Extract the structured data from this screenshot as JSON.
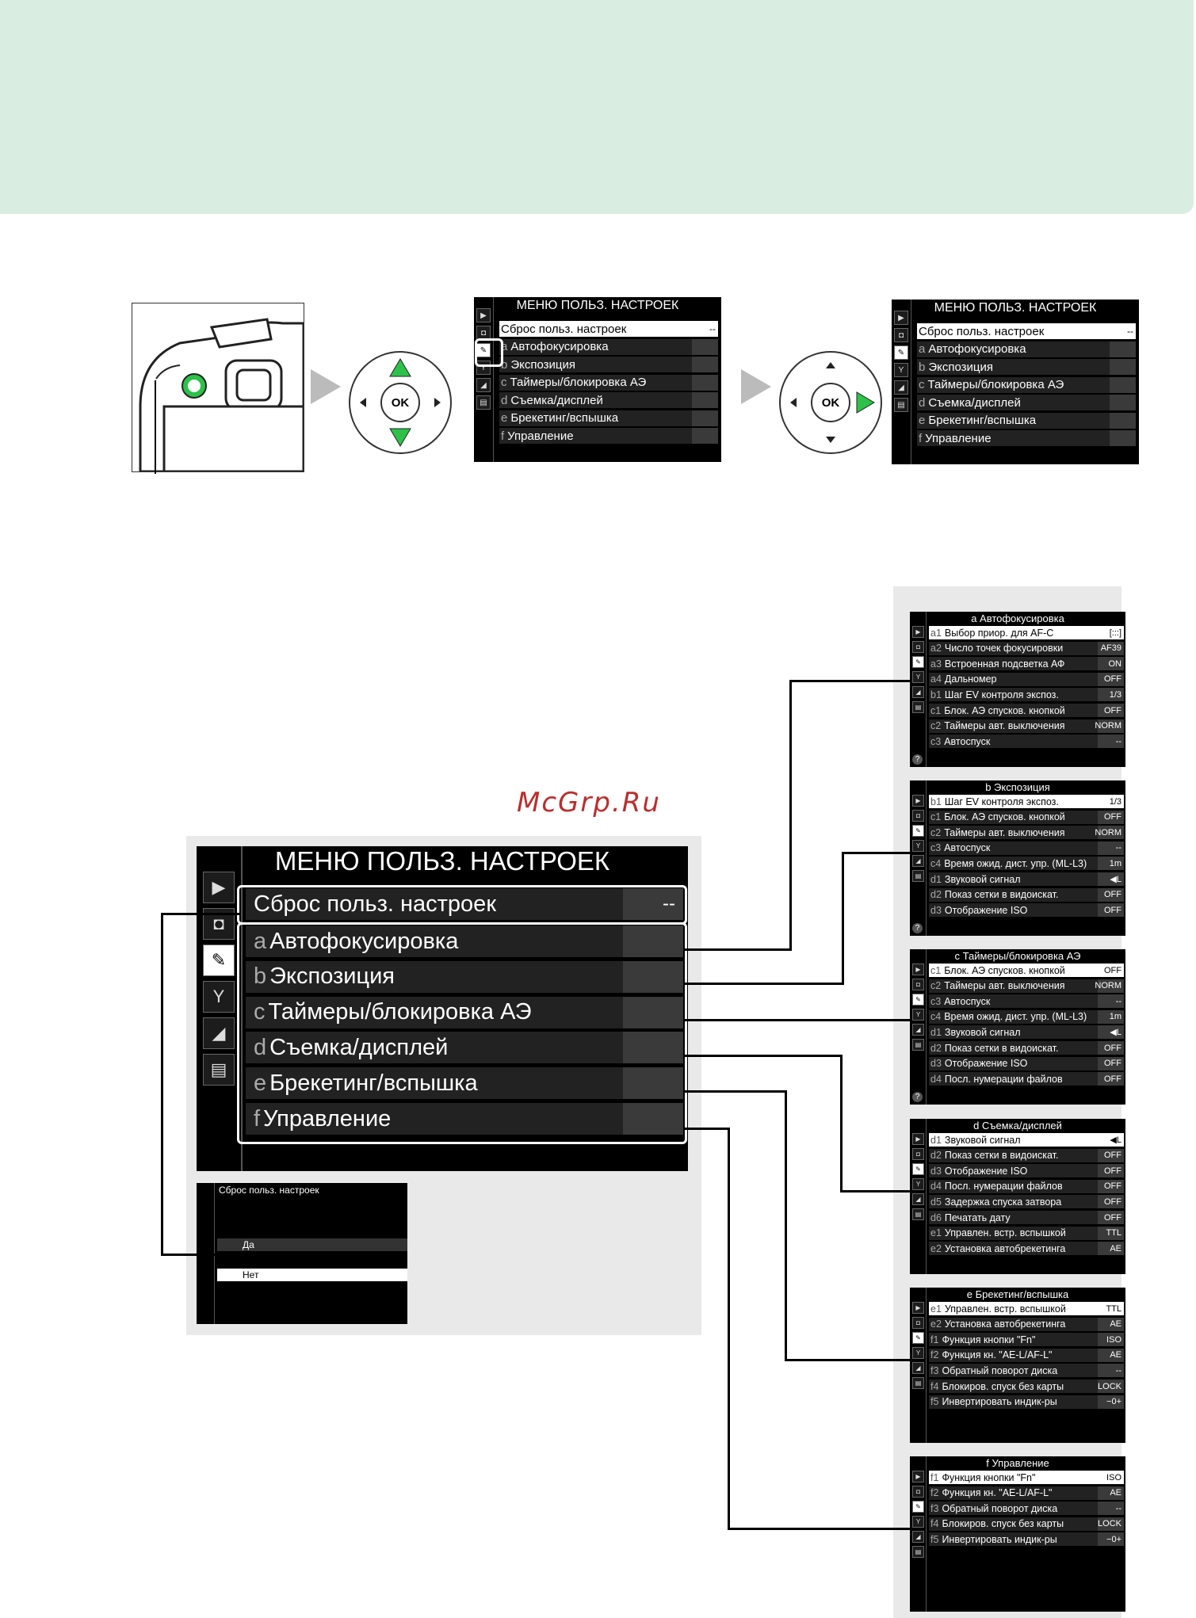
{
  "colors": {
    "banner": "#d9ede1",
    "green": "#2ec14a",
    "panel_gray": "#e9e9e9",
    "watermark": "#b92f2f"
  },
  "watermark": "McGrp.Ru",
  "dpad": {
    "ok": "OK"
  },
  "menu": {
    "title": "МЕНЮ ПОЛЬЗ. НАСТРОЕК",
    "reset": {
      "label": "Сброс польз. настроек",
      "value": "--"
    },
    "items": [
      {
        "letter": "a",
        "label": "Автофокусировка"
      },
      {
        "letter": "b",
        "label": "Экспозиция"
      },
      {
        "letter": "c",
        "label": "Таймеры/блокировка АЭ"
      },
      {
        "letter": "d",
        "label": "Съемка/дисплей"
      },
      {
        "letter": "e",
        "label": "Брекетинг/вспышка"
      },
      {
        "letter": "f",
        "label": "Управление"
      }
    ]
  },
  "reset_screen": {
    "title": "Сброс польз. настроек",
    "options": [
      "Да",
      "Нет"
    ]
  },
  "help_icon": "?",
  "sub": [
    {
      "letter": "a",
      "title": "Автофокусировка",
      "rows": [
        {
          "c": "a1",
          "t": "Выбор приор. для AF-C",
          "v": "[:::]"
        },
        {
          "c": "a2",
          "t": "Число точек фокусировки",
          "v": "AF39"
        },
        {
          "c": "a3",
          "t": "Встроенная подсветка АФ",
          "v": "ON"
        },
        {
          "c": "a4",
          "t": "Дальномер",
          "v": "OFF"
        },
        {
          "c": "b1",
          "t": "Шаг EV контроля экспоз.",
          "v": "1/3"
        },
        {
          "c": "c1",
          "t": "Блок. АЭ спусков. кнопкой",
          "v": "OFF"
        },
        {
          "c": "c2",
          "t": "Таймеры авт. выключения",
          "v": "NORM"
        },
        {
          "c": "c3",
          "t": "Автоспуск",
          "v": "--"
        }
      ]
    },
    {
      "letter": "b",
      "title": "Экспозиция",
      "rows": [
        {
          "c": "b1",
          "t": "Шаг EV контроля экспоз.",
          "v": "1/3"
        },
        {
          "c": "c1",
          "t": "Блок. АЭ спусков. кнопкой",
          "v": "OFF"
        },
        {
          "c": "c2",
          "t": "Таймеры авт. выключения",
          "v": "NORM"
        },
        {
          "c": "c3",
          "t": "Автоспуск",
          "v": "--"
        },
        {
          "c": "c4",
          "t": "Время ожид. дист. упр. (ML-L3)",
          "v": "1m"
        },
        {
          "c": "d1",
          "t": "Звуковой сигнал",
          "v": "◀L"
        },
        {
          "c": "d2",
          "t": "Показ сетки в видоискат.",
          "v": "OFF"
        },
        {
          "c": "d3",
          "t": "Отображение ISO",
          "v": "OFF"
        }
      ]
    },
    {
      "letter": "c",
      "title": "Таймеры/блокировка АЭ",
      "rows": [
        {
          "c": "c1",
          "t": "Блок. АЭ спусков. кнопкой",
          "v": "OFF"
        },
        {
          "c": "c2",
          "t": "Таймеры авт. выключения",
          "v": "NORM"
        },
        {
          "c": "c3",
          "t": "Автоспуск",
          "v": "--"
        },
        {
          "c": "c4",
          "t": "Время ожид. дист. упр. (ML-L3)",
          "v": "1m"
        },
        {
          "c": "d1",
          "t": "Звуковой сигнал",
          "v": "◀L"
        },
        {
          "c": "d2",
          "t": "Показ сетки в видоискат.",
          "v": "OFF"
        },
        {
          "c": "d3",
          "t": "Отображение ISO",
          "v": "OFF"
        },
        {
          "c": "d4",
          "t": "Посл. нумерации файлов",
          "v": "OFF"
        }
      ]
    },
    {
      "letter": "d",
      "title": "Съемка/дисплей",
      "rows": [
        {
          "c": "d1",
          "t": "Звуковой сигнал",
          "v": "◀L"
        },
        {
          "c": "d2",
          "t": "Показ сетки в видоискат.",
          "v": "OFF"
        },
        {
          "c": "d3",
          "t": "Отображение ISO",
          "v": "OFF"
        },
        {
          "c": "d4",
          "t": "Посл. нумерации файлов",
          "v": "OFF"
        },
        {
          "c": "d5",
          "t": "Задержка спуска затвора",
          "v": "OFF"
        },
        {
          "c": "d6",
          "t": "Печатать дату",
          "v": "OFF"
        },
        {
          "c": "e1",
          "t": "Управлен. встр. вспышкой",
          "v": "TTL"
        },
        {
          "c": "e2",
          "t": "Установка автобрекетинга",
          "v": "AE"
        }
      ]
    },
    {
      "letter": "e",
      "title": "Брекетинг/вспышка",
      "rows": [
        {
          "c": "e1",
          "t": "Управлен. встр. вспышкой",
          "v": "TTL"
        },
        {
          "c": "e2",
          "t": "Установка автобрекетинга",
          "v": "AE"
        },
        {
          "c": "f1",
          "t": "Функция кнопки \"Fn\"",
          "v": "ISO"
        },
        {
          "c": "f2",
          "t": "Функция кн. \"AE-L/AF-L\"",
          "v": "AE"
        },
        {
          "c": "f3",
          "t": "Обратный поворот диска",
          "v": "--"
        },
        {
          "c": "f4",
          "t": "Блокиров. спуск без карты",
          "v": "LOCK"
        },
        {
          "c": "f5",
          "t": "Инвертировать индик-ры",
          "v": "−0+"
        }
      ]
    },
    {
      "letter": "f",
      "title": "Управление",
      "rows": [
        {
          "c": "f1",
          "t": "Функция кнопки \"Fn\"",
          "v": "ISO"
        },
        {
          "c": "f2",
          "t": "Функция кн. \"AE-L/AF-L\"",
          "v": "AE"
        },
        {
          "c": "f3",
          "t": "Обратный поворот диска",
          "v": "--"
        },
        {
          "c": "f4",
          "t": "Блокиров. спуск без карты",
          "v": "LOCK"
        },
        {
          "c": "f5",
          "t": "Инвертировать индик-ры",
          "v": "−0+"
        }
      ]
    }
  ]
}
